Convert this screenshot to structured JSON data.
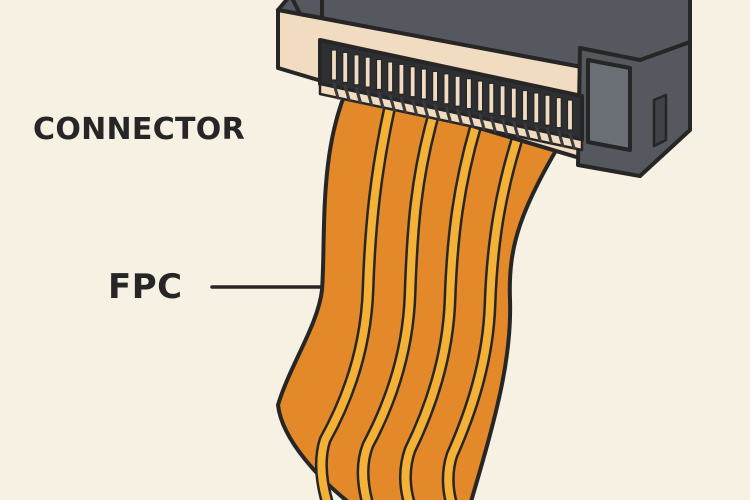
{
  "labels": {
    "connector": "CONNECTOR",
    "fpc": "FPC"
  },
  "colors": {
    "background": "#f7f1e4",
    "outline": "#262626",
    "housing_dark": "#55585f",
    "housing_light": "#f1dcc1",
    "cable_orange": "#e3892a",
    "cable_trace": "#f4b135",
    "pins": "#3a3a3a"
  },
  "components": {
    "connector_pin_count": 22,
    "fpc_trace_count": 4
  },
  "icons": {
    "connector": "fpc-connector-housing",
    "cable": "flexible-printed-circuit-cable"
  }
}
